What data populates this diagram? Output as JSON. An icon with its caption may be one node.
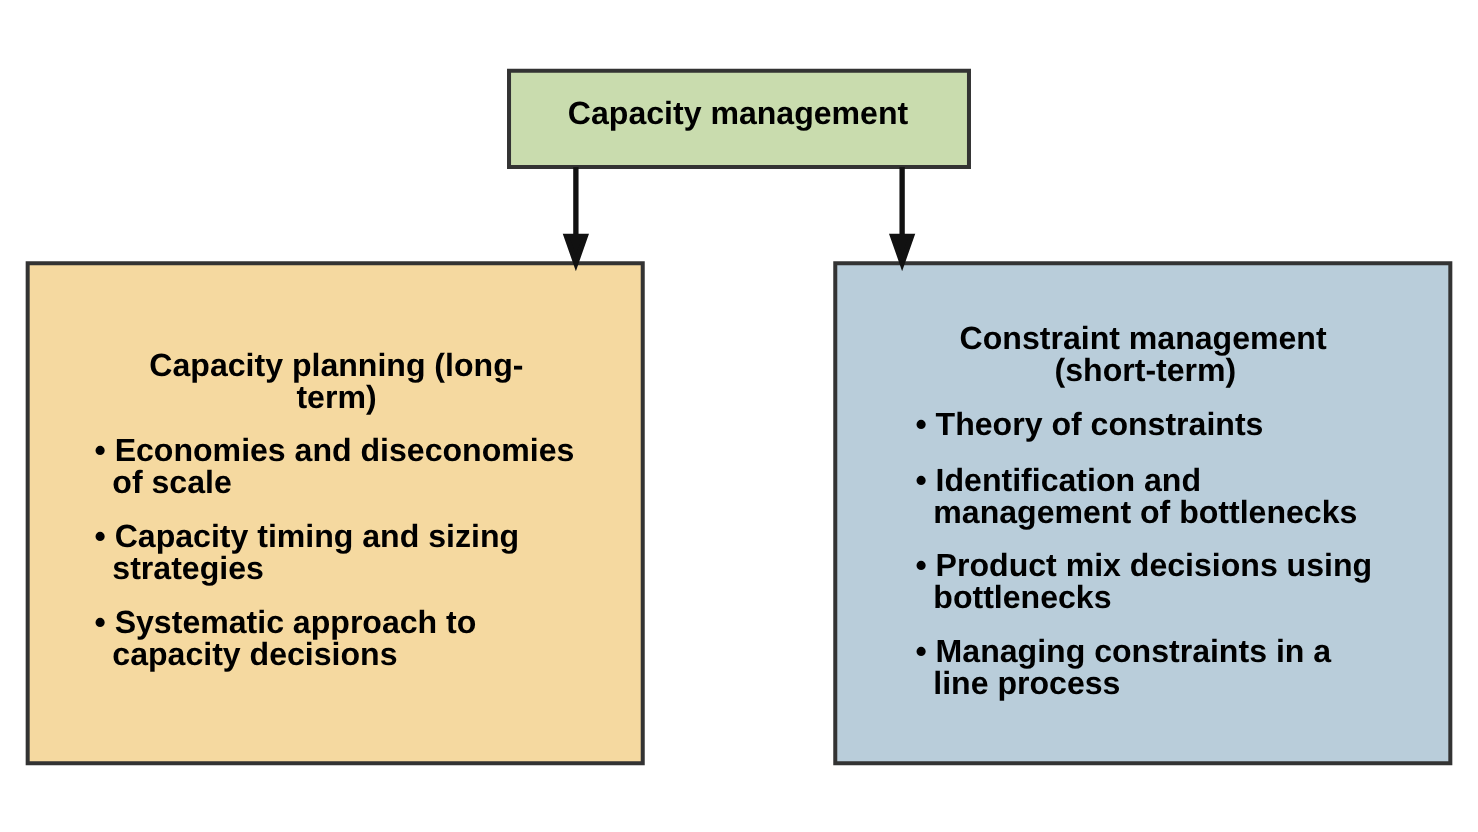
{
  "diagram": {
    "nodes": [
      {
        "text": [
          "Capacity management"
        ]
      },
      {
        "text": [
          "Capacity planning (long-term)",
          "• Economies and diseconomies of scale",
          "• Capacity timing and sizing strategies",
          "• Systematic approach to capacity decisions"
        ]
      },
      {
        "text": [
          "Constraint management (short-term)",
          "• Theory of constraints",
          "• Identification and management of bottlenecks",
          "• Product mix decisions using bottlenecks",
          "• Managing constraints in a line process"
        ]
      }
    ],
    "edges": [
      {
        "from": 0,
        "to": 1,
        "arrow": "to"
      },
      {
        "from": 0,
        "to": 2,
        "arrow": "to"
      }
    ]
  }
}
